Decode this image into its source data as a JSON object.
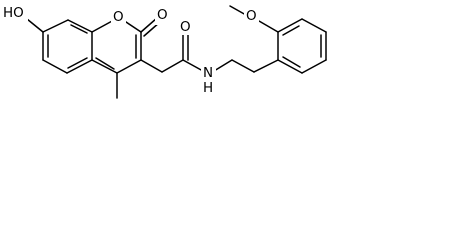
{
  "molecule": {
    "atom_labels": {
      "hydroxyl": "HO",
      "ring_oxygen": "O",
      "lactone_carbonyl_oxygen": "O",
      "amide_carbonyl_oxygen": "O",
      "amide_nitrogen": "N",
      "amide_hydrogen": "H",
      "methoxy_oxygen": "O"
    },
    "implicit_labels": {
      "methyl_on_coumarin": "",
      "methyl_on_methoxy": ""
    },
    "line_color": "#000000",
    "background_color": "#ffffff"
  }
}
